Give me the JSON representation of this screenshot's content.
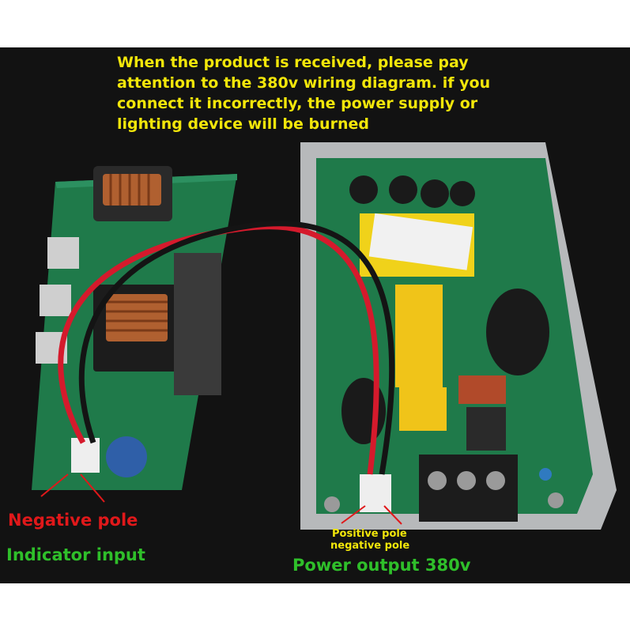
{
  "warning_text": "When the product is received, please pay attention to the 380v wiring diagram. if you connect it incorrectly, the power supply or lighting device will be burned",
  "labels": {
    "negative_pole_left": "Negative pole",
    "indicator_input": "Indicator input",
    "positive_pole_right": "Positive pole",
    "negative_pole_right": "negative pole",
    "power_output": "Power output 380v"
  },
  "colors": {
    "warning": "#f2e60a",
    "red_label": "#e0181a",
    "green_label": "#2fbf2a",
    "pcb": "#1f7a4a",
    "background": "#111111"
  }
}
